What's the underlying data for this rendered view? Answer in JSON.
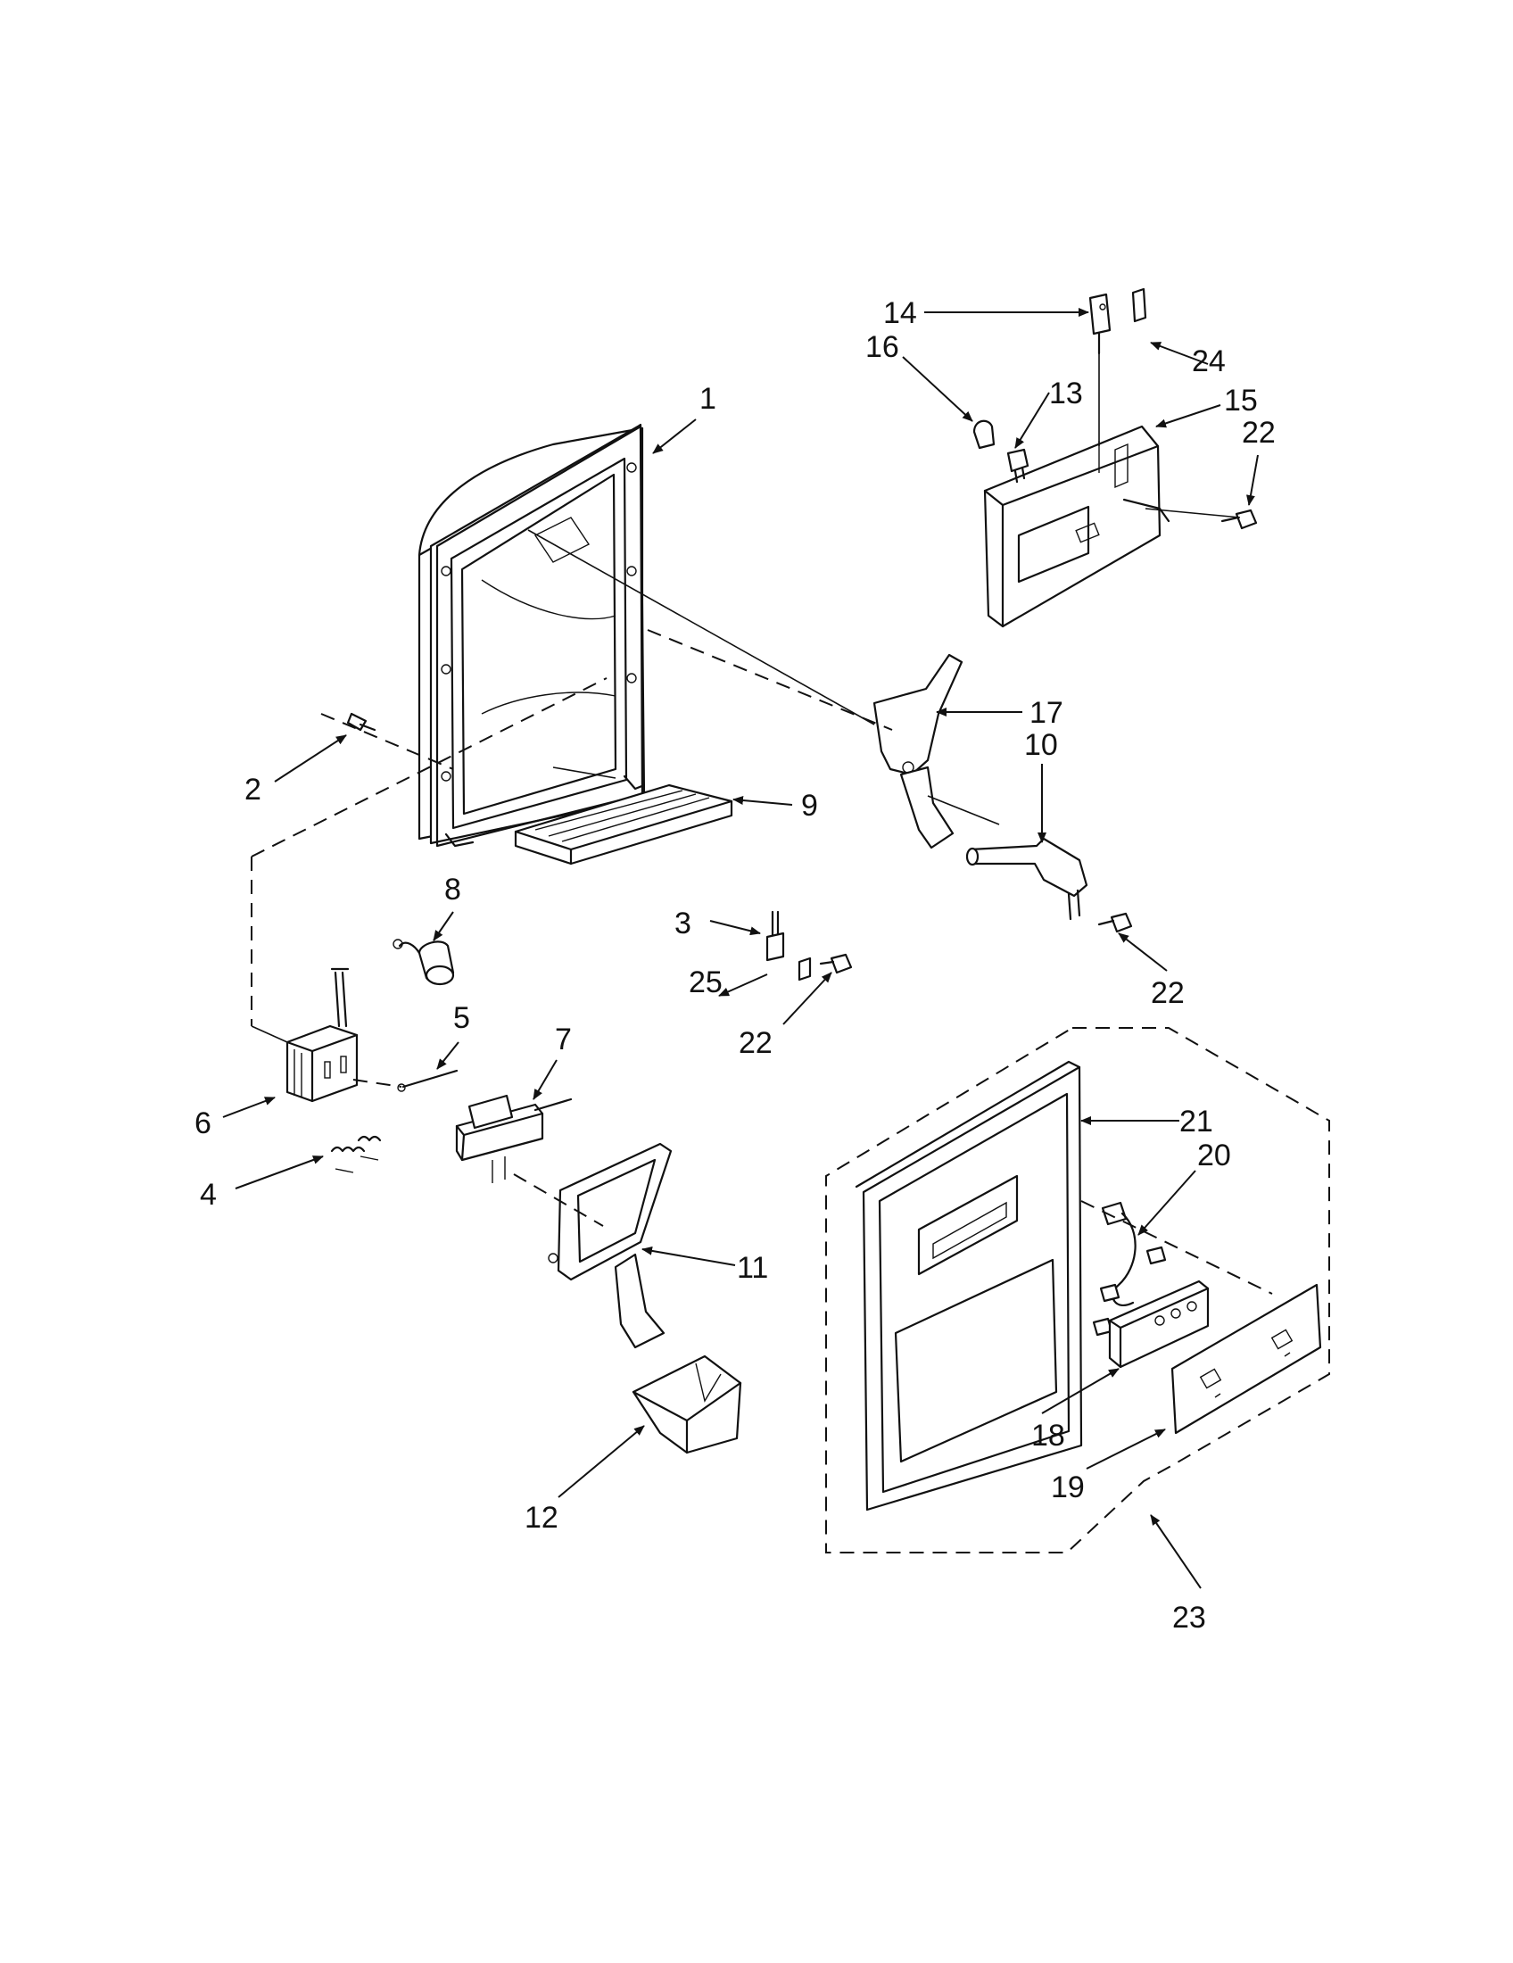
{
  "parts": [
    {
      "id": "1",
      "label": "1"
    },
    {
      "id": "2",
      "label": "2"
    },
    {
      "id": "3",
      "label": "3"
    },
    {
      "id": "4",
      "label": "4"
    },
    {
      "id": "5",
      "label": "5"
    },
    {
      "id": "6",
      "label": "6"
    },
    {
      "id": "7",
      "label": "7"
    },
    {
      "id": "8",
      "label": "8"
    },
    {
      "id": "9",
      "label": "9"
    },
    {
      "id": "10",
      "label": "10"
    },
    {
      "id": "11",
      "label": "11"
    },
    {
      "id": "12",
      "label": "12"
    },
    {
      "id": "13",
      "label": "13"
    },
    {
      "id": "14",
      "label": "14"
    },
    {
      "id": "15",
      "label": "15"
    },
    {
      "id": "16",
      "label": "16"
    },
    {
      "id": "17",
      "label": "17"
    },
    {
      "id": "18",
      "label": "18"
    },
    {
      "id": "19",
      "label": "19"
    },
    {
      "id": "20",
      "label": "20"
    },
    {
      "id": "21",
      "label": "21"
    },
    {
      "id": "22",
      "label": "22"
    },
    {
      "id": "23",
      "label": "23"
    },
    {
      "id": "24",
      "label": "24"
    },
    {
      "id": "25",
      "label": "25"
    }
  ],
  "colors": {
    "ink": "#111111",
    "background": "#ffffff"
  }
}
